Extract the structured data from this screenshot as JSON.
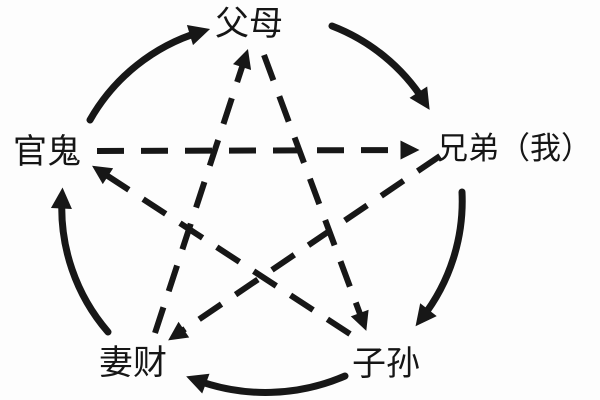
{
  "diagram": {
    "background_color": "#fdfdfd",
    "ink_color": "#171717",
    "nodes": [
      {
        "id": "fumu",
        "label": "父母"
      },
      {
        "id": "guangui",
        "label": "官鬼"
      },
      {
        "id": "xiongdi",
        "label": "兄弟（我）"
      },
      {
        "id": "qicai",
        "label": "妻财"
      },
      {
        "id": "zisun",
        "label": "子孙"
      }
    ],
    "edges": {
      "solid_outer_cycle": [
        {
          "from": "官鬼",
          "to": "父母"
        },
        {
          "from": "父母",
          "to": "兄弟（我）"
        },
        {
          "from": "兄弟（我）",
          "to": "子孙"
        },
        {
          "from": "子孙",
          "to": "妻财"
        },
        {
          "from": "妻财",
          "to": "官鬼"
        }
      ],
      "dashed_pentagram_cycle": [
        {
          "from": "官鬼",
          "to": "兄弟（我）"
        },
        {
          "from": "兄弟（我）",
          "to": "妻财"
        },
        {
          "from": "妻财",
          "to": "父母"
        },
        {
          "from": "父母",
          "to": "子孙"
        },
        {
          "from": "子孙",
          "to": "官鬼"
        }
      ]
    }
  }
}
